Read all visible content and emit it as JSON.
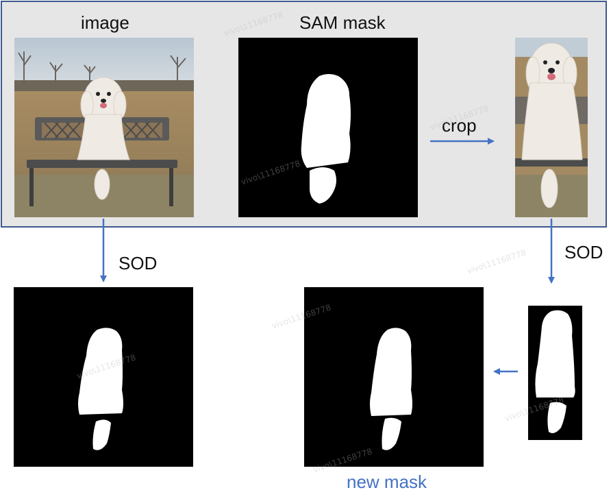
{
  "labels": {
    "image": "image",
    "sam_mask": "SAM mask",
    "crop": "crop",
    "sod_left": "SOD",
    "sod_right": "SOD",
    "new_mask": "new mask"
  },
  "watermark": "vivo\\11168778",
  "colors": {
    "arrow": "#4472c4",
    "box_fill": "#e7e6e6",
    "box_border": "#3b5a8f",
    "new_mask_label": "#4472c4"
  }
}
